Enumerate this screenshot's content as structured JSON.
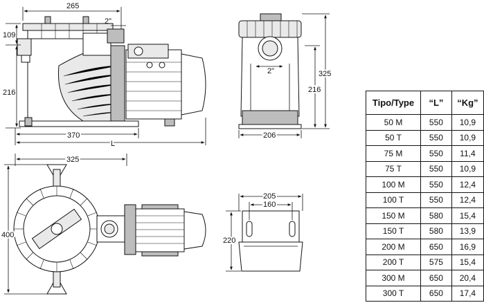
{
  "dimensions": {
    "side_width": "265",
    "side_height_top": "109",
    "side_height_body": "216",
    "side_length_base": "370",
    "side_length_total": "L",
    "inlet_size": "2\"",
    "front_height_total": "325",
    "front_height_body": "216",
    "front_outlet": "2\"",
    "front_base": "206",
    "top_width": "325",
    "top_height": "400",
    "feet_width": "205",
    "feet_inner": "160",
    "feet_height": "220"
  },
  "table": {
    "headers": [
      "Tipo/Type",
      "“L”",
      "“Kg”"
    ],
    "rows": [
      [
        "50 M",
        "550",
        "10,9"
      ],
      [
        "50 T",
        "550",
        "10,9"
      ],
      [
        "75 M",
        "550",
        "11,4"
      ],
      [
        "75 T",
        "550",
        "10,9"
      ],
      [
        "100 M",
        "550",
        "12,4"
      ],
      [
        "100 T",
        "550",
        "12,4"
      ],
      [
        "150 M",
        "580",
        "15,4"
      ],
      [
        "150 T",
        "580",
        "13,9"
      ],
      [
        "200 M",
        "650",
        "16,9"
      ],
      [
        "200 T",
        "575",
        "15,4"
      ],
      [
        "300 M",
        "650",
        "20,4"
      ],
      [
        "300 T",
        "650",
        "17,4"
      ]
    ]
  }
}
